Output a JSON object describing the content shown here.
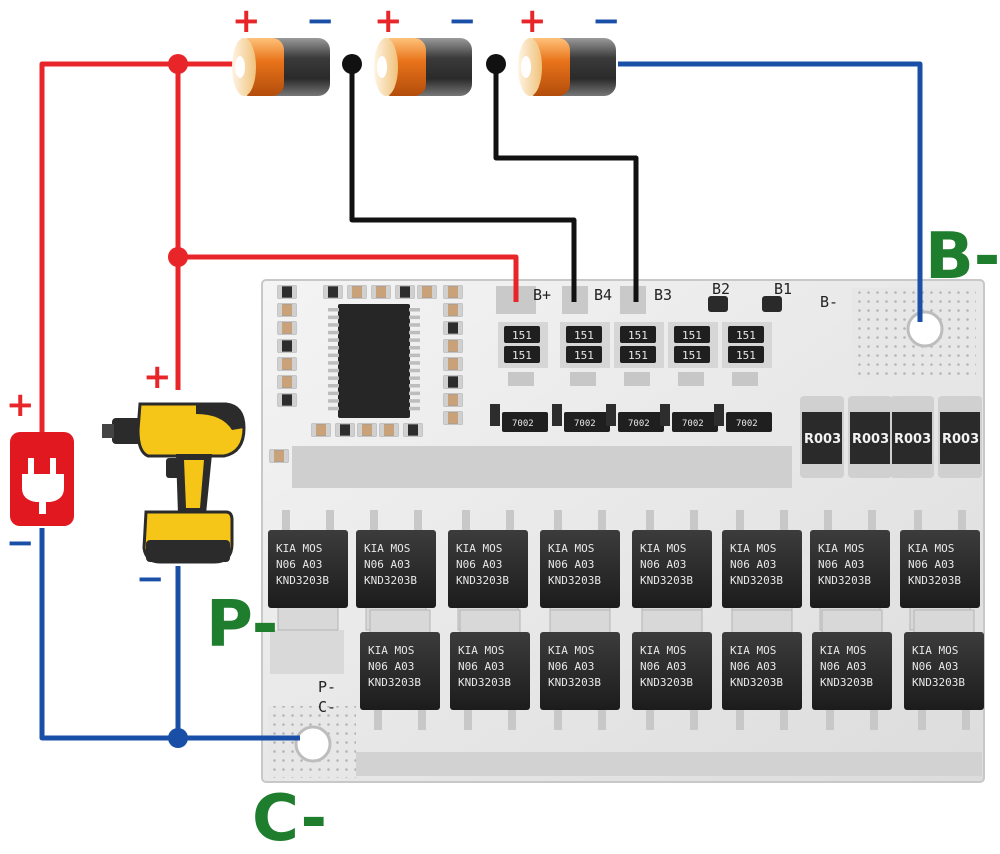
{
  "labels": {
    "b_minus": "B-",
    "p_minus": "P-",
    "c_minus": "C-"
  },
  "battery_terminals": {
    "plus": "+",
    "minus": "−"
  },
  "charger_terminals": {
    "plus": "+",
    "minus": "−"
  },
  "drill_terminals": {
    "plus": "+",
    "minus": "−"
  },
  "board_silkscreen": {
    "b_plus": "B+",
    "b4": "B4",
    "b3": "B3",
    "b2": "B2",
    "b1": "B1",
    "b_minus": "B-",
    "p_minus": "P-",
    "c_minus": "C-"
  },
  "shunt_resistor_marking": "R003",
  "mosfet_marking": {
    "line1": "KIA   MOS",
    "line2": "N06   A03",
    "line3": "KND3203B"
  },
  "small_chip_marking": "7002",
  "cell_chip_marking": "151",
  "colors": {
    "positive_wire": "#e8262a",
    "negative_wire": "#1a4fa8",
    "balance_wire": "#111111",
    "label_green": "#1f7d2e",
    "plus_sign": "#e8262a",
    "minus_sign": "#1a4fa8"
  },
  "icons": [
    "battery-cell-icon",
    "power-plug-icon",
    "cordless-drill-icon",
    "bms-board-icon"
  ]
}
